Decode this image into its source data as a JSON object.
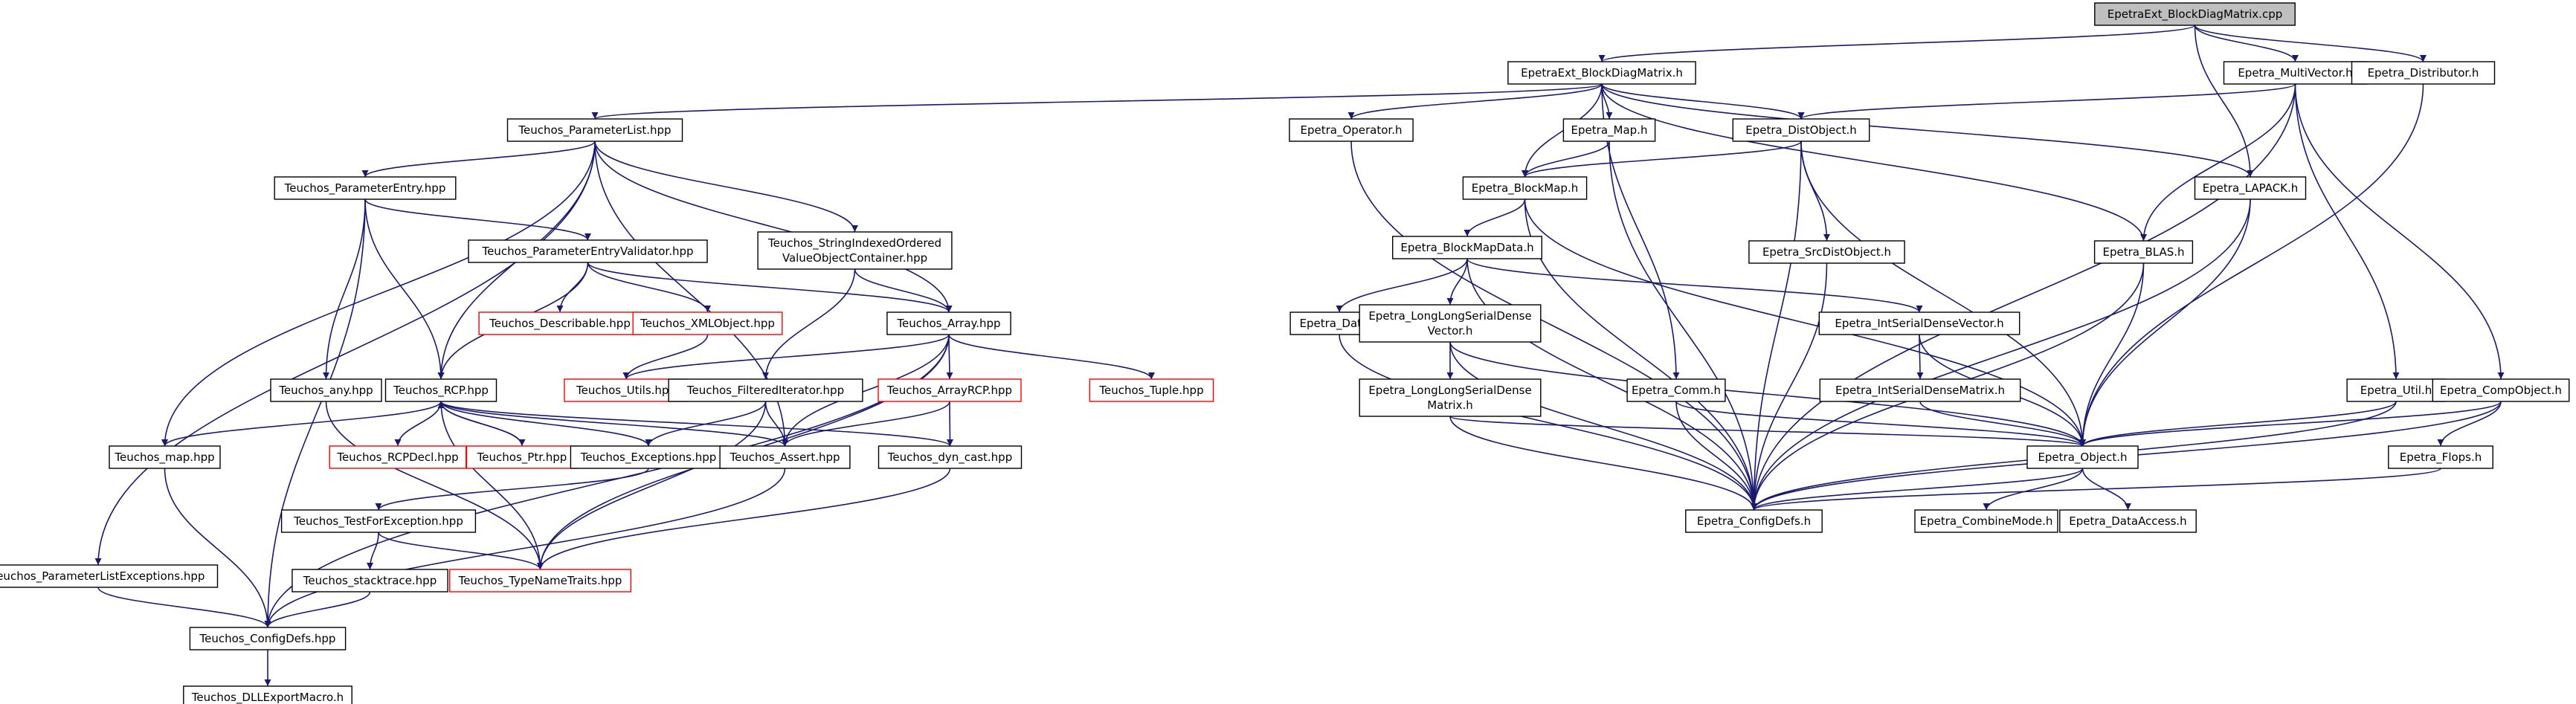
{
  "colors": {
    "edge": "#191970",
    "node_border": "#000000",
    "node_border_missing": "#ff0000",
    "root_fill": "#bfbfbf",
    "node_fill": "#ffffff",
    "text": "#000000"
  },
  "nodes": [
    {
      "id": "root",
      "label": "EpetraExt_BlockDiagMatrix.cpp",
      "type": "root"
    },
    {
      "id": "ext_bdm",
      "label": "EpetraExt_BlockDiagMatrix.h"
    },
    {
      "id": "multivector",
      "label": "Epetra_MultiVector.h"
    },
    {
      "id": "distributor",
      "label": "Epetra_Distributor.h"
    },
    {
      "id": "paramlist",
      "label": "Teuchos_ParameterList.hpp"
    },
    {
      "id": "operator",
      "label": "Epetra_Operator.h"
    },
    {
      "id": "map",
      "label": "Epetra_Map.h"
    },
    {
      "id": "distobject",
      "label": "Epetra_DistObject.h"
    },
    {
      "id": "paramentry",
      "label": "Teuchos_ParameterEntry.hpp"
    },
    {
      "id": "blockmap",
      "label": "Epetra_BlockMap.h"
    },
    {
      "id": "lapack",
      "label": "Epetra_LAPACK.h"
    },
    {
      "id": "pev",
      "label": "Teuchos_ParameterEntryValidator.hpp"
    },
    {
      "id": "sioc",
      "label": "Teuchos_StringIndexedOrdered\nValueObjectContainer.hpp"
    },
    {
      "id": "blockmapdata",
      "label": "Epetra_BlockMapData.h"
    },
    {
      "id": "srcdistobject",
      "label": "Epetra_SrcDistObject.h"
    },
    {
      "id": "blas",
      "label": "Epetra_BLAS.h"
    },
    {
      "id": "describable",
      "label": "Teuchos_Describable.hpp",
      "type": "missing"
    },
    {
      "id": "xmlobject",
      "label": "Teuchos_XMLObject.hpp",
      "type": "missing"
    },
    {
      "id": "array",
      "label": "Teuchos_Array.hpp"
    },
    {
      "id": "data",
      "label": "Epetra_Data.h"
    },
    {
      "id": "llsdv",
      "label": "Epetra_LongLongSerialDense\nVector.h"
    },
    {
      "id": "isdv",
      "label": "Epetra_IntSerialDenseVector.h"
    },
    {
      "id": "any",
      "label": "Teuchos_any.hpp"
    },
    {
      "id": "rcp",
      "label": "Teuchos_RCP.hpp"
    },
    {
      "id": "utils",
      "label": "Teuchos_Utils.hpp",
      "type": "missing"
    },
    {
      "id": "filtered",
      "label": "Teuchos_FilteredIterator.hpp"
    },
    {
      "id": "arrayrcp",
      "label": "Teuchos_ArrayRCP.hpp",
      "type": "missing"
    },
    {
      "id": "tuple",
      "label": "Teuchos_Tuple.hpp",
      "type": "missing"
    },
    {
      "id": "llsdm",
      "label": "Epetra_LongLongSerialDense\nMatrix.h"
    },
    {
      "id": "isdm",
      "label": "Epetra_IntSerialDenseMatrix.h"
    },
    {
      "id": "comm",
      "label": "Epetra_Comm.h"
    },
    {
      "id": "util",
      "label": "Epetra_Util.h"
    },
    {
      "id": "compobject",
      "label": "Epetra_CompObject.h"
    },
    {
      "id": "map_hpp",
      "label": "Teuchos_map.hpp"
    },
    {
      "id": "rcpdecl",
      "label": "Teuchos_RCPDecl.hpp",
      "type": "missing"
    },
    {
      "id": "ptr",
      "label": "Teuchos_Ptr.hpp",
      "type": "missing"
    },
    {
      "id": "exceptions",
      "label": "Teuchos_Exceptions.hpp"
    },
    {
      "id": "assert",
      "label": "Teuchos_Assert.hpp"
    },
    {
      "id": "dyncast",
      "label": "Teuchos_dyn_cast.hpp"
    },
    {
      "id": "object",
      "label": "Epetra_Object.h"
    },
    {
      "id": "flops",
      "label": "Epetra_Flops.h"
    },
    {
      "id": "tfe",
      "label": "Teuchos_TestForException.hpp"
    },
    {
      "id": "configdefs_e",
      "label": "Epetra_ConfigDefs.h"
    },
    {
      "id": "combinemode",
      "label": "Epetra_CombineMode.h"
    },
    {
      "id": "dataaccess",
      "label": "Epetra_DataAccess.h"
    },
    {
      "id": "plexceptions",
      "label": "Teuchos_ParameterListExceptions.hpp"
    },
    {
      "id": "stacktrace",
      "label": "Teuchos_stacktrace.hpp"
    },
    {
      "id": "typenametraits",
      "label": "Teuchos_TypeNameTraits.hpp",
      "type": "missing"
    },
    {
      "id": "configdefs_t",
      "label": "Teuchos_ConfigDefs.hpp"
    },
    {
      "id": "dllexport",
      "label": "Teuchos_DLLExportMacro.h"
    }
  ],
  "edges": [
    [
      "root",
      "ext_bdm"
    ],
    [
      "root",
      "multivector"
    ],
    [
      "root",
      "distributor"
    ],
    [
      "root",
      "lapack"
    ],
    [
      "ext_bdm",
      "paramlist"
    ],
    [
      "ext_bdm",
      "operator"
    ],
    [
      "ext_bdm",
      "map"
    ],
    [
      "ext_bdm",
      "distobject"
    ],
    [
      "ext_bdm",
      "blockmap"
    ],
    [
      "ext_bdm",
      "lapack"
    ],
    [
      "ext_bdm",
      "blas"
    ],
    [
      "ext_bdm",
      "comm"
    ],
    [
      "multivector",
      "distobject"
    ],
    [
      "multivector",
      "blas"
    ],
    [
      "multivector",
      "util"
    ],
    [
      "multivector",
      "compobject"
    ],
    [
      "multivector",
      "configdefs_e"
    ],
    [
      "distributor",
      "object"
    ],
    [
      "paramlist",
      "paramentry"
    ],
    [
      "paramlist",
      "sioc"
    ],
    [
      "paramlist",
      "array"
    ],
    [
      "paramlist",
      "map_hpp"
    ],
    [
      "paramlist",
      "rcp"
    ],
    [
      "paramlist",
      "assert"
    ],
    [
      "paramlist",
      "plexceptions"
    ],
    [
      "operator",
      "configdefs_e"
    ],
    [
      "map",
      "blockmap"
    ],
    [
      "map",
      "configdefs_e"
    ],
    [
      "distobject",
      "blockmap"
    ],
    [
      "distobject",
      "srcdistobject"
    ],
    [
      "distobject",
      "object"
    ],
    [
      "distobject",
      "configdefs_e"
    ],
    [
      "paramentry",
      "pev"
    ],
    [
      "paramentry",
      "any"
    ],
    [
      "paramentry",
      "rcp"
    ],
    [
      "paramentry",
      "configdefs_t"
    ],
    [
      "blockmap",
      "blockmapdata"
    ],
    [
      "blockmap",
      "object"
    ],
    [
      "blockmap",
      "configdefs_e"
    ],
    [
      "lapack",
      "object"
    ],
    [
      "lapack",
      "configdefs_e"
    ],
    [
      "pev",
      "describable"
    ],
    [
      "pev",
      "xmlobject"
    ],
    [
      "pev",
      "array"
    ],
    [
      "pev",
      "rcp"
    ],
    [
      "sioc",
      "array"
    ],
    [
      "sioc",
      "filtered"
    ],
    [
      "blockmapdata",
      "data"
    ],
    [
      "blockmapdata",
      "llsdv"
    ],
    [
      "blockmapdata",
      "isdv"
    ],
    [
      "blockmapdata",
      "configdefs_e"
    ],
    [
      "srcdistobject",
      "configdefs_e"
    ],
    [
      "blas",
      "object"
    ],
    [
      "blas",
      "configdefs_e"
    ],
    [
      "xmlobject",
      "utils"
    ],
    [
      "array",
      "utils"
    ],
    [
      "array",
      "arrayrcp"
    ],
    [
      "array",
      "tuple"
    ],
    [
      "array",
      "assert"
    ],
    [
      "array",
      "typenametraits"
    ],
    [
      "array",
      "configdefs_t"
    ],
    [
      "data",
      "configdefs_e"
    ],
    [
      "llsdv",
      "llsdm"
    ],
    [
      "llsdv",
      "object"
    ],
    [
      "llsdv",
      "configdefs_e"
    ],
    [
      "isdv",
      "isdm"
    ],
    [
      "isdv",
      "object"
    ],
    [
      "any",
      "typenametraits"
    ],
    [
      "rcp",
      "map_hpp"
    ],
    [
      "rcp",
      "rcpdecl"
    ],
    [
      "rcp",
      "ptr"
    ],
    [
      "rcp",
      "exceptions"
    ],
    [
      "rcp",
      "assert"
    ],
    [
      "rcp",
      "dyncast"
    ],
    [
      "rcp",
      "typenametraits"
    ],
    [
      "filtered",
      "exceptions"
    ],
    [
      "filtered",
      "assert"
    ],
    [
      "filtered",
      "typenametraits"
    ],
    [
      "arrayrcp",
      "assert"
    ],
    [
      "arrayrcp",
      "dyncast"
    ],
    [
      "llsdm",
      "object"
    ],
    [
      "llsdm",
      "configdefs_e"
    ],
    [
      "isdm",
      "object"
    ],
    [
      "comm",
      "object"
    ],
    [
      "comm",
      "configdefs_e"
    ],
    [
      "util",
      "object"
    ],
    [
      "util",
      "configdefs_e"
    ],
    [
      "compobject",
      "object"
    ],
    [
      "compobject",
      "flops"
    ],
    [
      "compobject",
      "configdefs_e"
    ],
    [
      "map_hpp",
      "configdefs_t"
    ],
    [
      "ptr",
      "rcp"
    ],
    [
      "exceptions",
      "tfe"
    ],
    [
      "assert",
      "configdefs_t"
    ],
    [
      "dyncast",
      "typenametraits"
    ],
    [
      "object",
      "configdefs_e"
    ],
    [
      "object",
      "combinemode"
    ],
    [
      "object",
      "dataaccess"
    ],
    [
      "flops",
      "configdefs_e"
    ],
    [
      "tfe",
      "stacktrace"
    ],
    [
      "tfe",
      "typenametraits"
    ],
    [
      "plexceptions",
      "configdefs_t"
    ],
    [
      "stacktrace",
      "configdefs_t"
    ],
    [
      "configdefs_t",
      "dllexport"
    ]
  ]
}
